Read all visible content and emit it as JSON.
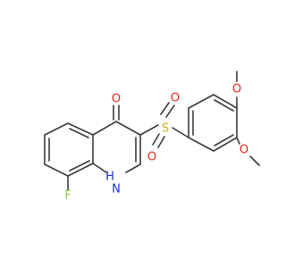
{
  "molecule": {
    "atoms": {
      "o_ketone": {
        "text": "O",
        "color": "#e8231f"
      },
      "n_h": {
        "text": "H",
        "color": "#1f2ecf"
      },
      "n_ring": {
        "text": "N",
        "color": "#1f2ecf"
      },
      "fluorine": {
        "text": "F",
        "color": "#8fc43d"
      },
      "sulfur": {
        "text": "S",
        "color": "#c8b414"
      },
      "o_sulfonyl_top": {
        "text": "O",
        "color": "#e8231f"
      },
      "o_sulfonyl_bottom": {
        "text": "O",
        "color": "#e8231f"
      },
      "o_methoxy_top": {
        "text": "O",
        "color": "#e8231f"
      },
      "o_methoxy_bottom": {
        "text": "O",
        "color": "#e8231f"
      }
    },
    "bond_color": "#3a3a3a"
  }
}
